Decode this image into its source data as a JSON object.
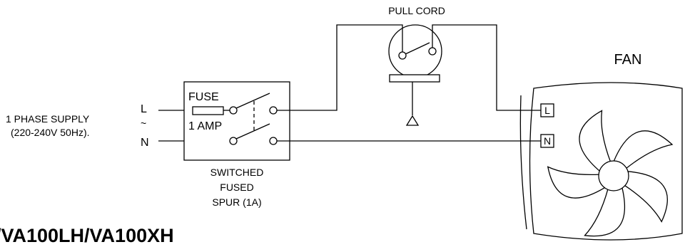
{
  "supply": {
    "label_line1": "1 PHASE SUPPLY",
    "label_line2": "(220-240V 50Hz).",
    "live": "L",
    "tilde": "~",
    "neutral": "N"
  },
  "spur": {
    "fuse_label": "FUSE",
    "amp_label": "1 AMP",
    "caption_line1": "SWITCHED",
    "caption_line2": "FUSED",
    "caption_line3": "SPUR (1A)"
  },
  "pull_cord": {
    "label": "PULL CORD"
  },
  "fan": {
    "label": "FAN",
    "terminal_live": "L",
    "terminal_neutral": "N"
  },
  "model": {
    "text": "/VA100LH/VA100XH"
  },
  "colors": {
    "line": "#000000",
    "background": "#ffffff"
  }
}
